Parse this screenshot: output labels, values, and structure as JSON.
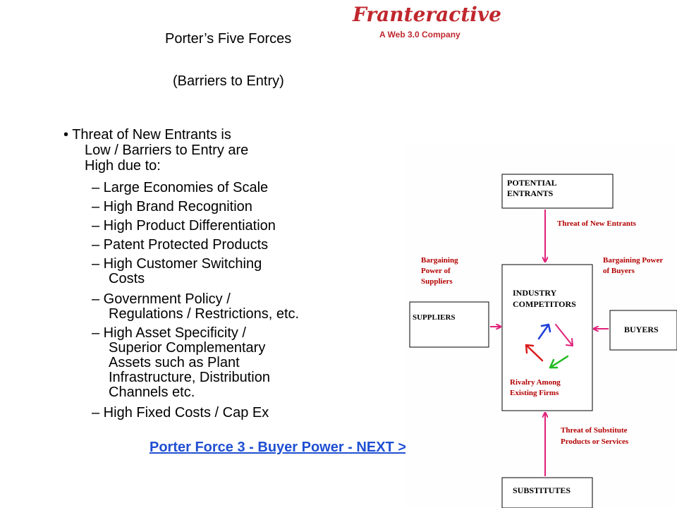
{
  "header": {
    "title": "Porter’s Five Forces",
    "subtitle": "(Barriers to Entry)"
  },
  "logo": {
    "word": "Franteractive",
    "tagline": "A Web 3.0 Company"
  },
  "main": {
    "bullet_lines": [
      "• Threat of New Entrants is",
      "Low / Barriers to Entry are",
      "High due to:"
    ],
    "items": [
      {
        "lines": [
          "– Large Economies of Scale"
        ]
      },
      {
        "lines": [
          "– High Brand Recognition"
        ]
      },
      {
        "lines": [
          "– High Product Differentiation"
        ]
      },
      {
        "lines": [
          "– Patent Protected Products"
        ]
      },
      {
        "lines": [
          "– High Customer Switching",
          "Costs"
        ]
      },
      {
        "lines": [
          "– Government Policy /",
          "Regulations  / Restrictions, etc."
        ]
      },
      {
        "lines": [
          "– High Asset Specificity /",
          "Superior Complementary",
          "Assets such as Plant",
          "Infrastructure, Distribution",
          "Channels etc."
        ]
      },
      {
        "lines": [
          "– High Fixed Costs / Cap Ex"
        ]
      }
    ],
    "next_link": "Porter Force 3 - Buyer Power - NEXT >>"
  },
  "diagram": {
    "potential_entrants": [
      "POTENTIAL",
      "ENTRANTS"
    ],
    "threat_new_entrants": "Threat of New Entrants",
    "bargaining_suppliers": [
      "Bargaining",
      "Power of",
      "Suppliers"
    ],
    "bargaining_buyers": [
      "Bargaining Power",
      "of Buyers"
    ],
    "industry": [
      "INDUSTRY",
      "COMPETITORS"
    ],
    "suppliers": "SUPPLIERS",
    "buyers": "BUYERS",
    "rivalry": [
      "Rivalry Among",
      "Existing Firms"
    ],
    "threat_substitutes": [
      "Threat of Substitute",
      "Products or Services"
    ],
    "substitutes": "SUBSTITUTES",
    "colors": {
      "box_label": "#1a1a99",
      "force_label": "#b30000",
      "arrow": "#e0227a",
      "rot_blue": "#1f3fd8",
      "rot_pink": "#e0227a",
      "rot_green": "#22bb22",
      "rot_red": "#d91e1e"
    }
  }
}
